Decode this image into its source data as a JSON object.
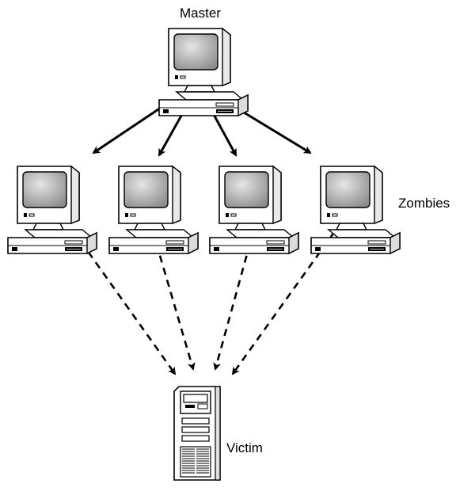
{
  "labels": {
    "master": "Master",
    "zombies": "Zombies",
    "victim": "Victim"
  },
  "nodes": {
    "master": {
      "role": "master",
      "icon": "desktop-computer-icon"
    },
    "zombies": [
      {
        "role": "zombie",
        "icon": "desktop-computer-icon"
      },
      {
        "role": "zombie",
        "icon": "desktop-computer-icon"
      },
      {
        "role": "zombie",
        "icon": "desktop-computer-icon"
      },
      {
        "role": "zombie",
        "icon": "desktop-computer-icon"
      }
    ],
    "victim": {
      "role": "victim",
      "icon": "tower-server-icon"
    }
  },
  "edges": [
    {
      "from": "master",
      "to": "zombie-1",
      "style": "solid"
    },
    {
      "from": "master",
      "to": "zombie-2",
      "style": "solid"
    },
    {
      "from": "master",
      "to": "zombie-3",
      "style": "solid"
    },
    {
      "from": "master",
      "to": "zombie-4",
      "style": "solid"
    },
    {
      "from": "zombie-1",
      "to": "victim",
      "style": "dashed"
    },
    {
      "from": "zombie-2",
      "to": "victim",
      "style": "dashed"
    },
    {
      "from": "zombie-3",
      "to": "victim",
      "style": "dashed"
    },
    {
      "from": "zombie-4",
      "to": "victim",
      "style": "dashed"
    }
  ],
  "colors": {
    "line": "#000000",
    "screen": "#a9a9a9",
    "bezel": "#ffffff"
  }
}
